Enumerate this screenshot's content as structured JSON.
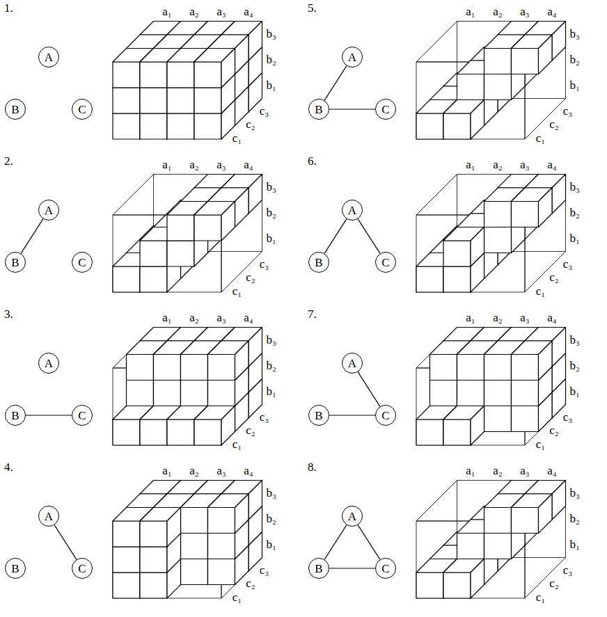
{
  "diagram": {
    "nodes": [
      {
        "text": [
          "A"
        ]
      },
      {
        "text": [
          "B"
        ]
      },
      {
        "text": [
          "C"
        ]
      },
      {
        "text": [
          "A"
        ]
      },
      {
        "text": [
          "B"
        ]
      },
      {
        "text": [
          "C"
        ]
      },
      {
        "text": [
          "A"
        ]
      },
      {
        "text": [
          "B"
        ]
      },
      {
        "text": [
          "C"
        ]
      },
      {
        "text": [
          "A"
        ]
      },
      {
        "text": [
          "B"
        ]
      },
      {
        "text": [
          "C"
        ]
      },
      {
        "text": [
          "A"
        ]
      },
      {
        "text": [
          "B"
        ]
      },
      {
        "text": [
          "C"
        ]
      },
      {
        "text": [
          "A"
        ]
      },
      {
        "text": [
          "B"
        ]
      },
      {
        "text": [
          "C"
        ]
      },
      {
        "text": [
          "A"
        ]
      },
      {
        "text": [
          "B"
        ]
      },
      {
        "text": [
          "C"
        ]
      },
      {
        "text": [
          "A"
        ]
      },
      {
        "text": [
          "B"
        ]
      },
      {
        "text": [
          "C"
        ]
      }
    ],
    "edges": [
      {
        "from": 3,
        "to": 4,
        "arrow": "none"
      },
      {
        "from": 7,
        "to": 8,
        "arrow": "none"
      },
      {
        "from": 9,
        "to": 11,
        "arrow": "none"
      },
      {
        "from": 12,
        "to": 13,
        "arrow": "none"
      },
      {
        "from": 13,
        "to": 14,
        "arrow": "none"
      },
      {
        "from": 15,
        "to": 16,
        "arrow": "none"
      },
      {
        "from": 15,
        "to": 17,
        "arrow": "none"
      },
      {
        "from": 19,
        "to": 20,
        "arrow": "none"
      },
      {
        "from": 18,
        "to": 20,
        "arrow": "none"
      },
      {
        "from": 21,
        "to": 22,
        "arrow": "none"
      },
      {
        "from": 22,
        "to": 23,
        "arrow": "none"
      },
      {
        "from": 21,
        "to": 23,
        "arrow": "none"
      }
    ],
    "labels": [
      "1.",
      "a₁",
      "a₂",
      "a₃",
      "a₄",
      "b₃",
      "b₂",
      "b₁",
      "c₃",
      "c₂",
      "c₁",
      "2.",
      "a₁",
      "a₂",
      "a₃",
      "a₄",
      "b₃",
      "b₂",
      "b₁",
      "c₃",
      "c₂",
      "c₁",
      "3.",
      "a₁",
      "a₂",
      "a₃",
      "a₄",
      "b₃",
      "b₂",
      "b₁",
      "c₃",
      "c₂",
      "c₁",
      "4.",
      "a₁",
      "a₂",
      "a₃",
      "a₄",
      "b₃",
      "b₂",
      "b₁",
      "c₃",
      "c₂",
      "c₁",
      "5.",
      "a₁",
      "a₂",
      "a₃",
      "a₄",
      "b₃",
      "b₂",
      "b₁",
      "c₃",
      "c₂",
      "c₁",
      "6.",
      "a₁",
      "a₂",
      "a₃",
      "a₄",
      "b₃",
      "b₂",
      "b₁",
      "c₃",
      "c₂",
      "c₁",
      "7.",
      "a₁",
      "a₂",
      "a₃",
      "a₄",
      "b₃",
      "b₂",
      "b₁",
      "c₃",
      "c₂",
      "c₁",
      "8.",
      "a₁",
      "a₂",
      "a₃",
      "a₄",
      "b₃",
      "b₂",
      "b₁",
      "c₃",
      "c₂",
      "c₁"
    ]
  }
}
